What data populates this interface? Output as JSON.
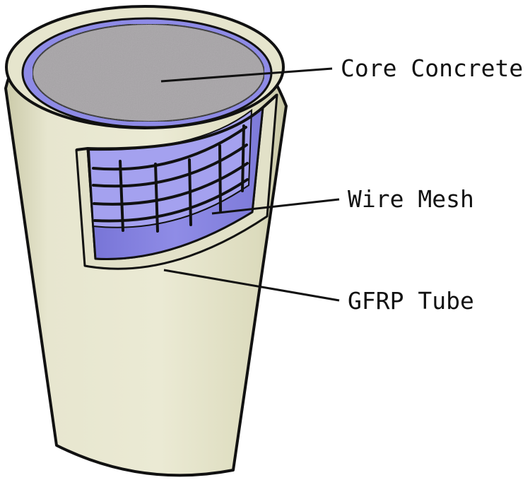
{
  "labels": {
    "core": "Core Concrete",
    "mesh": "Wire Mesh",
    "tube": "GFRP Tube"
  },
  "colors": {
    "tube": "#e7e6cf",
    "tube_shadow": "#b8b79a",
    "liner": "#8a87e3",
    "liner_light": "#b0adf0",
    "core": "#a7a4a7",
    "outline": "#111111"
  }
}
